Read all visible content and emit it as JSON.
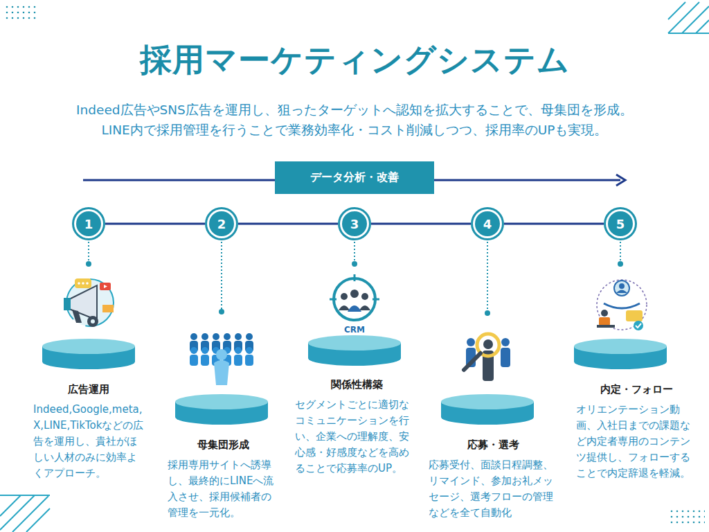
{
  "diagram": {
    "title": "採用マーケティングシステム",
    "nodes": [
      {
        "text": [
          "データ分析・改善"
        ]
      },
      {
        "text": [
          "1"
        ]
      },
      {
        "text": [
          "2"
        ]
      },
      {
        "text": [
          "3"
        ]
      },
      {
        "text": [
          "4"
        ]
      },
      {
        "text": [
          "5"
        ]
      },
      {
        "text": [
          "広告運用",
          "Indeed,Google,meta,X,LINE,TikTokなどの広告を運用し、貴社がほしい人材のみに効率よくアプローチ。"
        ]
      },
      {
        "text": [
          "母集団形成",
          "採用専用サイトへ誘導し、最終的にLINEへ流入させ、採用候補者の管理を一元化。"
        ]
      },
      {
        "text": [
          "関係性構築",
          "セグメントごとに適切なコミュニケーションを行い、企業への理解度、安心感・好感度などを高めることで応募率のUP。"
        ]
      },
      {
        "text": [
          "応募・選考",
          "応募受付、面談日程調整、リマインド、参加お礼メッセージ、選考フローの管理などを全て自動化"
        ]
      },
      {
        "text": [
          "内定・フォロー",
          "オリエンテーション動画、入社日までの課題など内定者専用のコンテンツ提供し、フォローすることで内定辞退を軽減。"
        ]
      }
    ],
    "edges": [
      {
        "from": 1,
        "to": 2,
        "arrow": "none"
      },
      {
        "from": 2,
        "to": 3,
        "arrow": "none"
      },
      {
        "from": 3,
        "to": 4,
        "arrow": "none"
      },
      {
        "from": 4,
        "to": 5,
        "arrow": "none"
      }
    ],
    "labels": [
      "Indeed広告やSNS広告を運用し、狙ったターゲットへ認知を拡大することで、母集団を形成。",
      "LINE内で採用管理を行うことで業務効率化・コスト削減しつつ、採用率のUPも実現。",
      "CRM"
    ]
  }
}
